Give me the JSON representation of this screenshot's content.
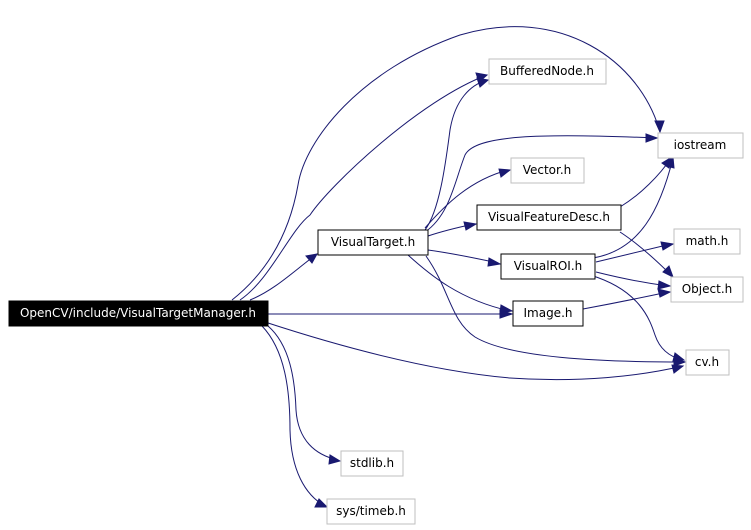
{
  "diagram": {
    "colors": {
      "edge": "#191970",
      "root_fill": "#000000",
      "root_text": "#ffffff",
      "local_border": "#000000",
      "external_border": "#bfbfbf",
      "background": "#ffffff"
    },
    "nodes": {
      "root": "OpenCV/include/VisualTargetManager.h",
      "visual_target": "VisualTarget.h",
      "buffered_node": "BufferedNode.h",
      "vector": "Vector.h",
      "visual_feature_desc": "VisualFeatureDesc.h",
      "visual_roi": "VisualROI.h",
      "image": "Image.h",
      "iostream": "iostream",
      "math": "math.h",
      "object": "Object.h",
      "cv": "cv.h",
      "stdlib": "stdlib.h",
      "sys_timeb": "sys/timeb.h"
    },
    "edges": [
      [
        "root",
        "buffered_node"
      ],
      [
        "root",
        "iostream"
      ],
      [
        "root",
        "visual_target"
      ],
      [
        "root",
        "image"
      ],
      [
        "root",
        "cv"
      ],
      [
        "root",
        "stdlib"
      ],
      [
        "root",
        "sys_timeb"
      ],
      [
        "visual_target",
        "buffered_node"
      ],
      [
        "visual_target",
        "iostream"
      ],
      [
        "visual_target",
        "vector"
      ],
      [
        "visual_target",
        "visual_feature_desc"
      ],
      [
        "visual_target",
        "visual_roi"
      ],
      [
        "visual_target",
        "image"
      ],
      [
        "visual_target",
        "cv"
      ],
      [
        "visual_feature_desc",
        "iostream"
      ],
      [
        "visual_feature_desc",
        "object"
      ],
      [
        "visual_roi",
        "iostream"
      ],
      [
        "visual_roi",
        "math"
      ],
      [
        "visual_roi",
        "object"
      ],
      [
        "visual_roi",
        "cv"
      ],
      [
        "image",
        "object"
      ]
    ]
  }
}
